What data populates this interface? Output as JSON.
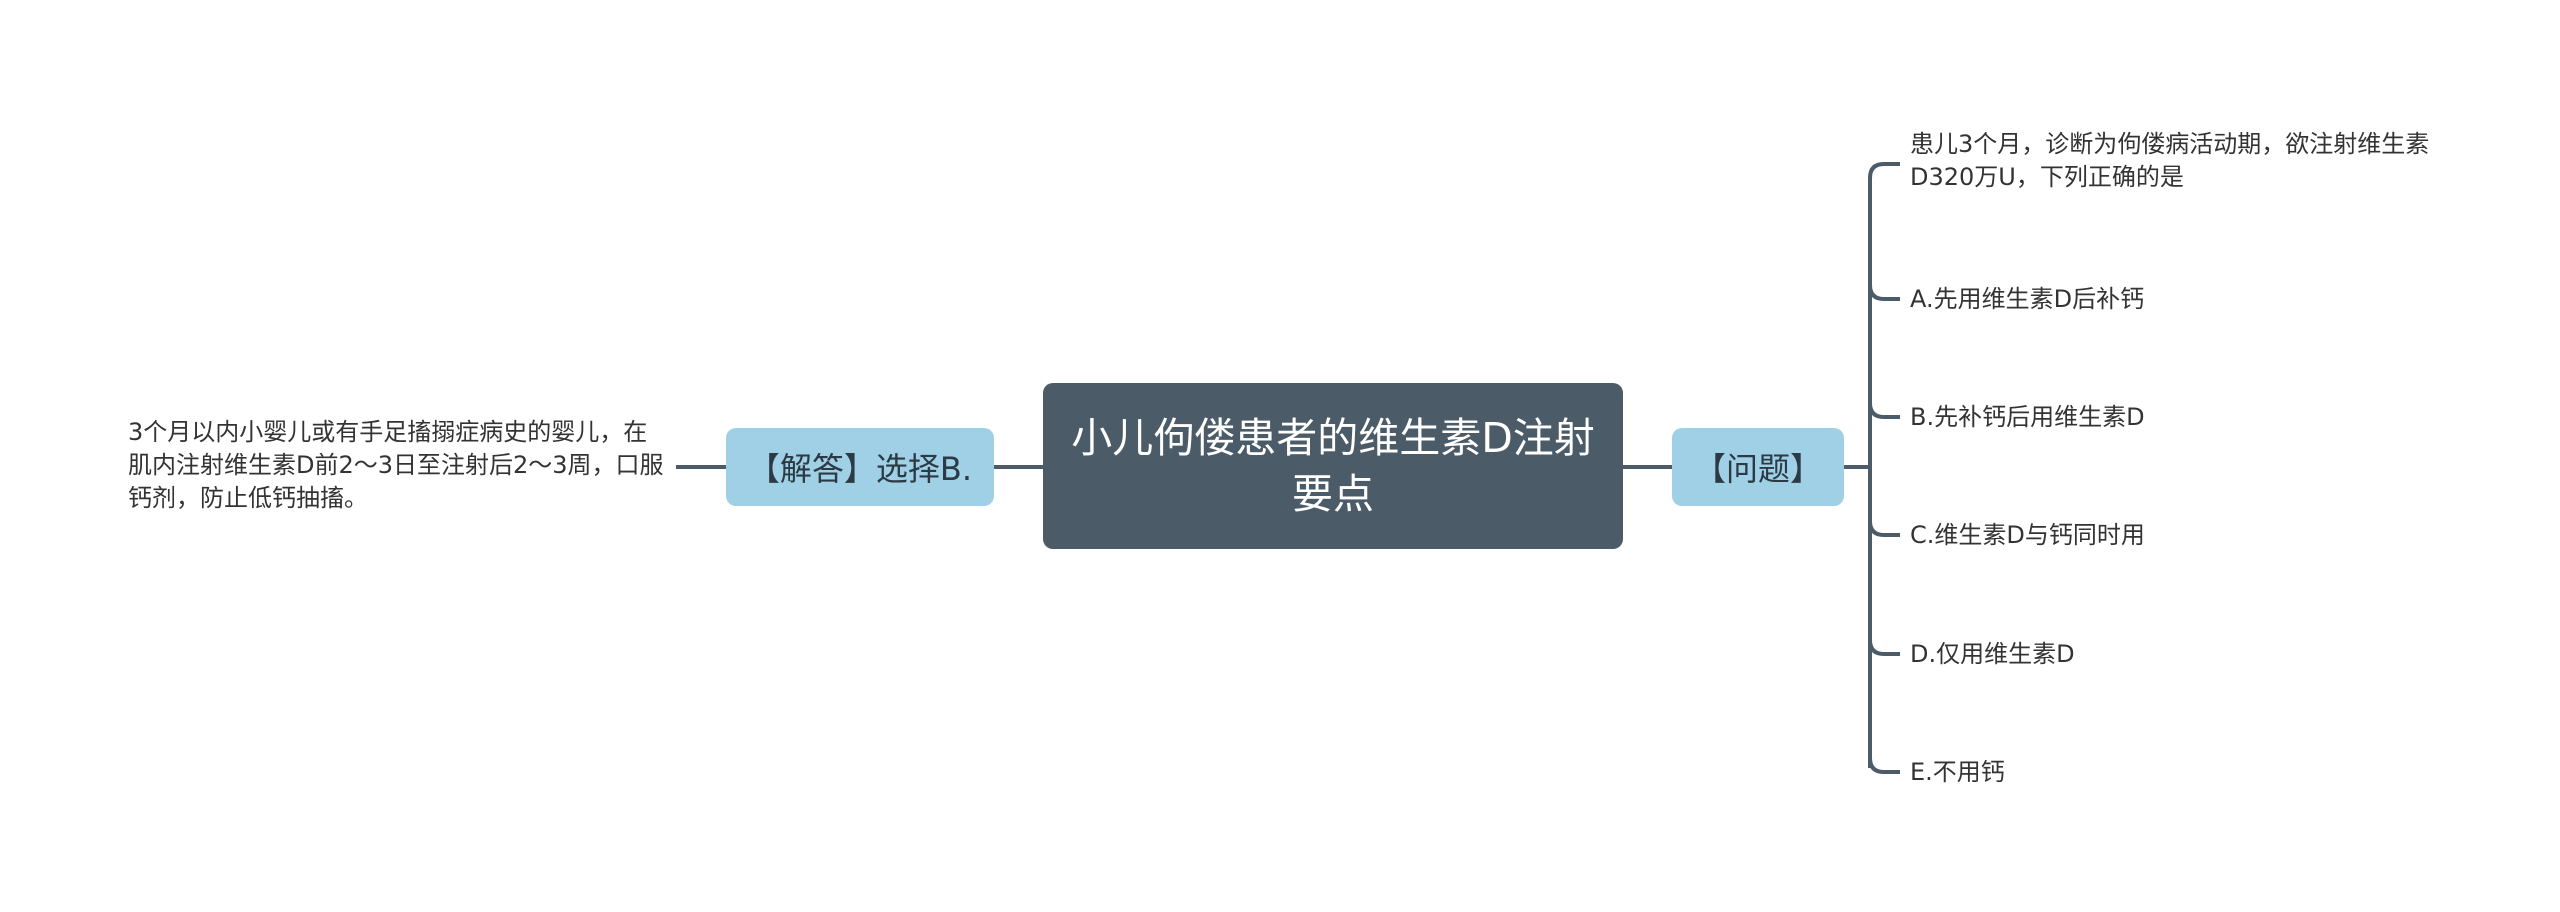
{
  "mindmap": {
    "root": {
      "label": "小儿佝偻患者的维生素D注射要点"
    },
    "answer_branch": {
      "label": "【解答】选择B.",
      "detail": "3个月以内小婴儿或有手足搐搦症病史的婴儿，在肌内注射维生素D前2～3日至注射后2～3周，口服钙剂，防止低钙抽搐。"
    },
    "question_branch": {
      "label": "【问题】",
      "stem": "患儿3个月，诊断为佝偻病活动期，欲注射维生素D320万U，下列正确的是",
      "options": [
        "A.先用维生素D后补钙",
        "B.先补钙后用维生素D",
        "C.维生素D与钙同时用",
        "D.仅用维生素D",
        "E.不用钙"
      ]
    }
  },
  "colors": {
    "root_fill": "#4b5b68",
    "branch_fill": "#9fd0e6",
    "connector": "#4b5b68",
    "leaf_text": "#333333"
  }
}
